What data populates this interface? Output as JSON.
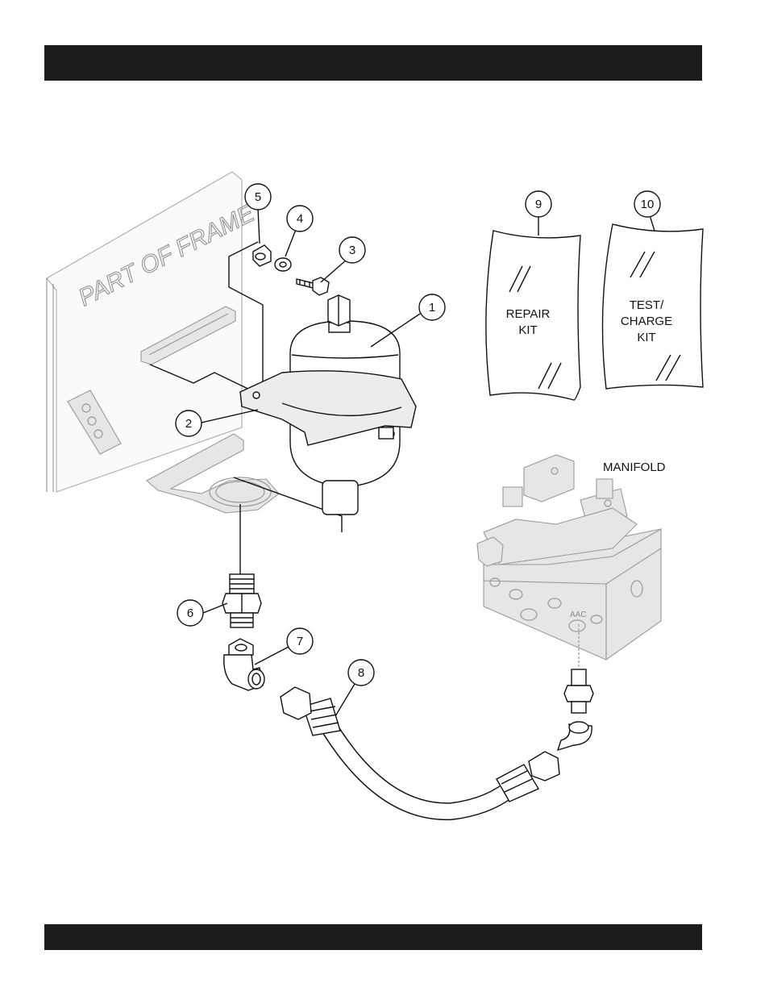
{
  "labels": {
    "frame": "PART OF FRAME",
    "repair_kit_line1": "REPAIR",
    "repair_kit_line2": "KIT",
    "test_kit_line1": "TEST/",
    "test_kit_line2": "CHARGE",
    "test_kit_line3": "KIT",
    "manifold": "MANIFOLD",
    "port": "AAC"
  },
  "callouts": [
    "1",
    "2",
    "3",
    "4",
    "5",
    "6",
    "7",
    "8",
    "9",
    "10"
  ]
}
